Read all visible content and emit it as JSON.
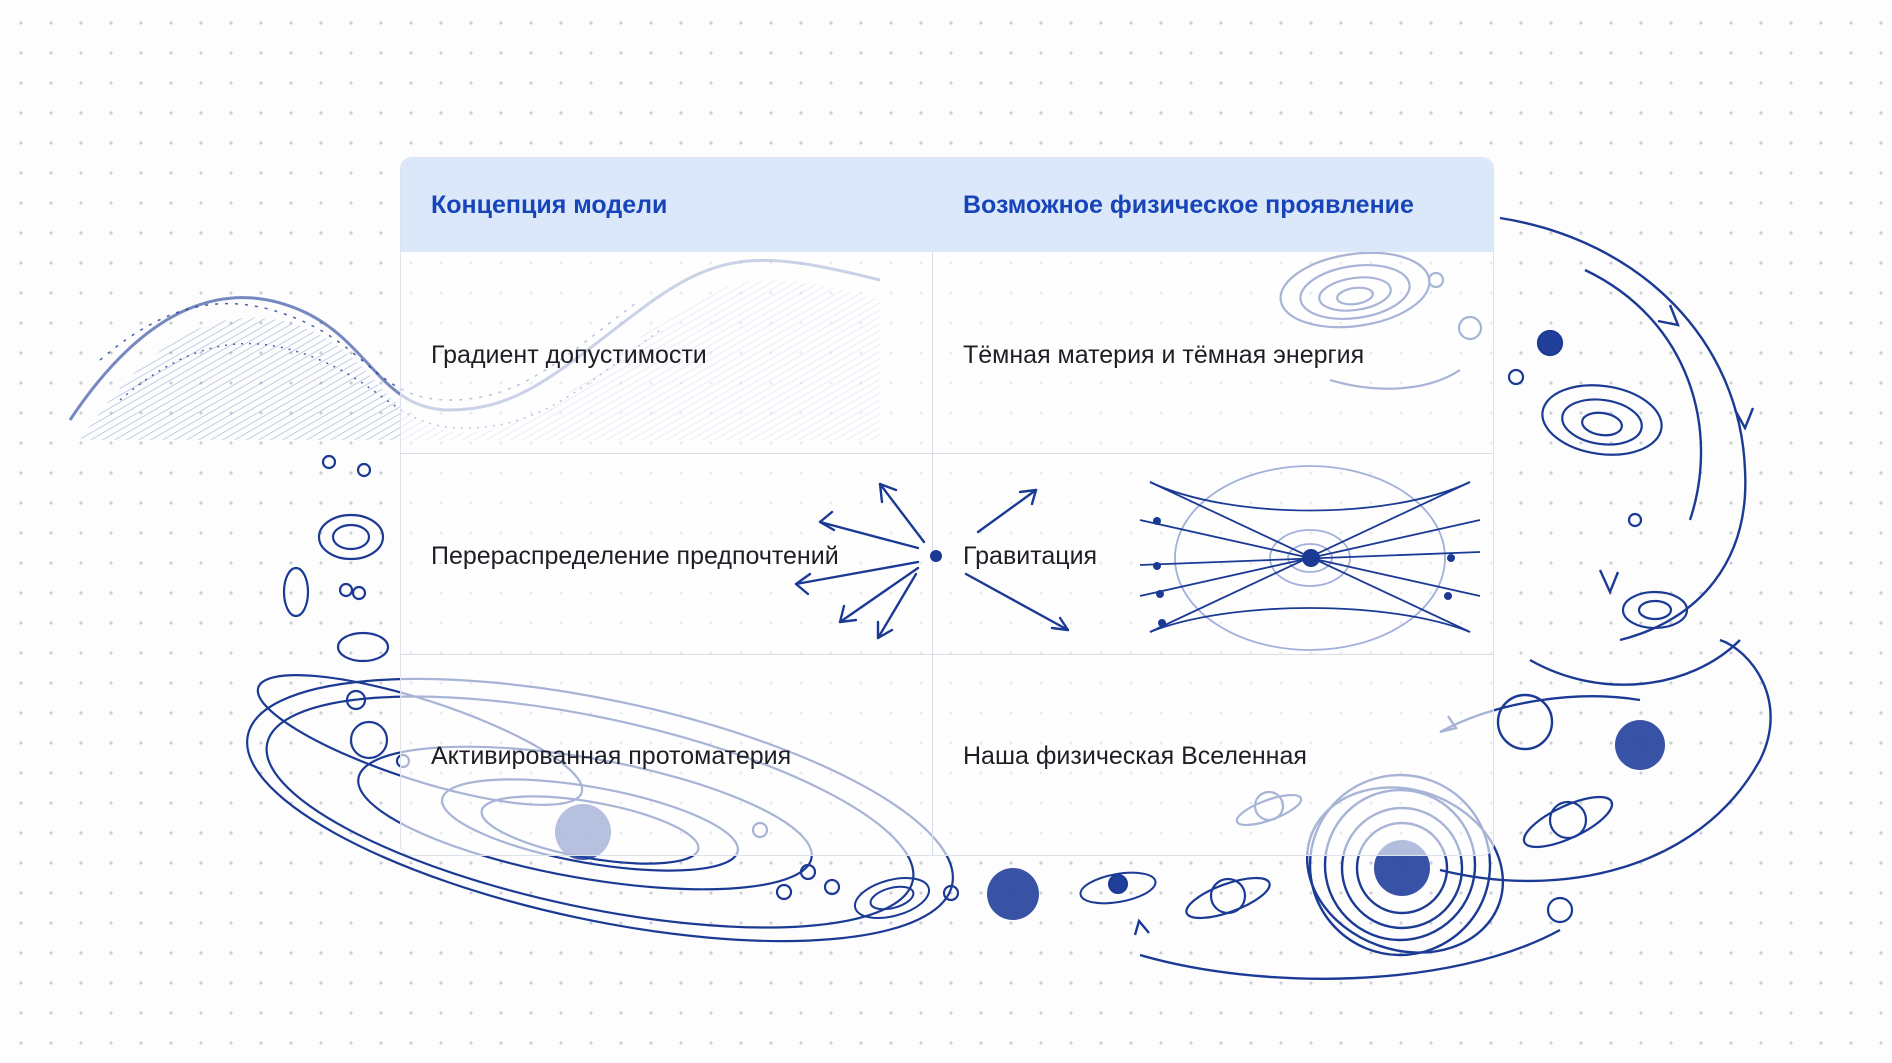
{
  "table": {
    "headers": [
      "Концепция модели",
      "Возможное физическое проявление"
    ],
    "rows": [
      {
        "concept": "Градиент допустимости",
        "manifestation": "Тёмная материя и тёмная энергия"
      },
      {
        "concept": "Перераспределение предпочтений",
        "manifestation": "Гравитация"
      },
      {
        "concept": "Активированная протоматерия",
        "manifestation": "Наша физическая Вселенная"
      }
    ]
  },
  "colors": {
    "ink": "#1b3a94",
    "header_text": "#1745b9",
    "header_bg": "#dbe8fa",
    "body_text": "#1d1f24"
  }
}
